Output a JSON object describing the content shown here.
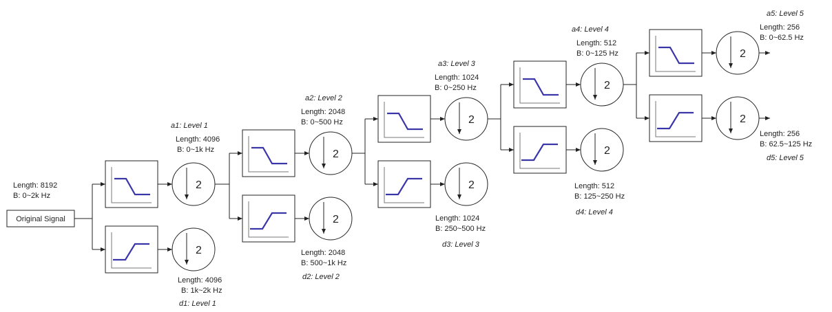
{
  "source": {
    "label": "Original Signal",
    "length": "Length: 8192",
    "band": "B: 0~2k Hz"
  },
  "downsample_factor": "2",
  "filter_color": "#3b36a8",
  "levels": [
    {
      "a": {
        "title": "a1: Level 1",
        "length": "Length: 4096",
        "band": "B: 0~1k Hz"
      },
      "d": {
        "title": "d1: Level 1",
        "length": "Length: 4096",
        "band": "B: 1k~2k Hz"
      }
    },
    {
      "a": {
        "title": "a2: Level 2",
        "length": "Length: 2048",
        "band": "B: 0~500 Hz"
      },
      "d": {
        "title": "d2: Level 2",
        "length": "Length: 2048",
        "band": "B: 500~1k Hz"
      }
    },
    {
      "a": {
        "title": "a3: Level 3",
        "length": "Length: 1024",
        "band": "B: 0~250 Hz"
      },
      "d": {
        "title": "d3: Level 3",
        "length": "Length: 1024",
        "band": "B: 250~500 Hz"
      }
    },
    {
      "a": {
        "title": "a4: Level 4",
        "length": "Length: 512",
        "band": "B: 0~125 Hz"
      },
      "d": {
        "title": "d4: Level 4",
        "length": "Length: 512",
        "band": "B: 125~250 Hz"
      }
    },
    {
      "a": {
        "title": "a5: Level 5",
        "length": "Length: 256",
        "band": "B: 0~62.5 Hz"
      },
      "d": {
        "title": "d5: Level 5",
        "length": "Length: 256",
        "band": "B: 62.5~125 Hz"
      }
    }
  ]
}
